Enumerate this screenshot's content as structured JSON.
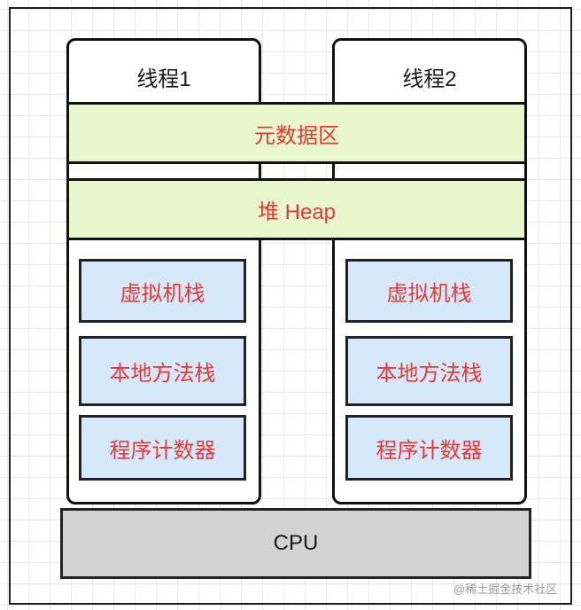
{
  "threads": [
    {
      "title": "线程1",
      "stacks": [
        "虚拟机栈",
        "本地方法栈",
        "程序计数器"
      ]
    },
    {
      "title": "线程2",
      "stacks": [
        "虚拟机栈",
        "本地方法栈",
        "程序计数器"
      ]
    }
  ],
  "shared": {
    "metaspace": "元数据区",
    "heap": "堆 Heap"
  },
  "cpu": "CPU",
  "watermark": "@稀土掘金技术社区",
  "colors": {
    "thread_border": "#111111",
    "shared_fill": "#e8f8cc",
    "stack_fill": "#d6e8fb",
    "cpu_fill": "#d3d3d3",
    "highlight_text": "#e53935"
  }
}
